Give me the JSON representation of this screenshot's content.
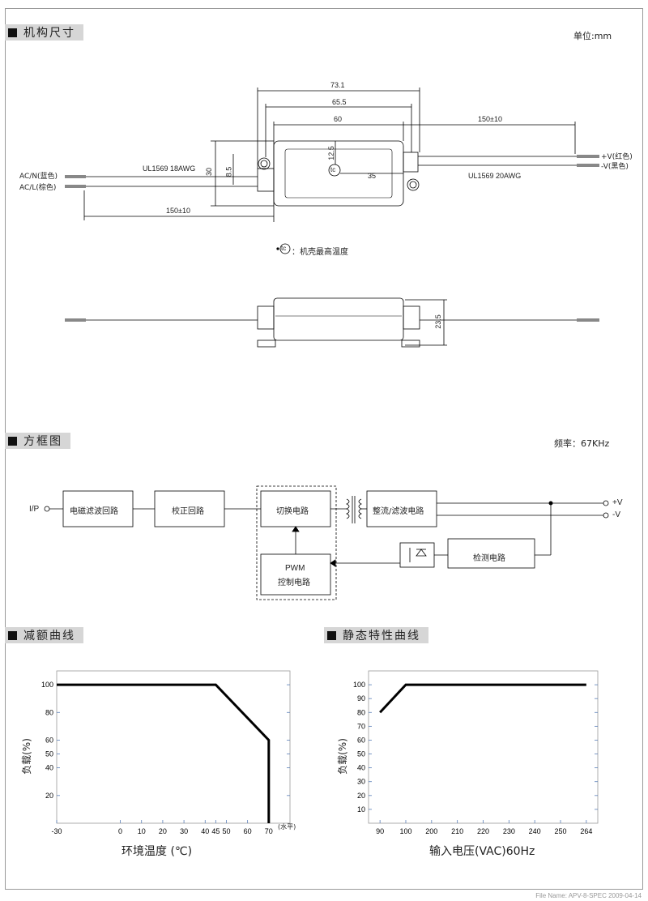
{
  "sections": {
    "mechanical": "机构尺寸",
    "block": "方框图",
    "derating": "减额曲线",
    "static": "静态特性曲线"
  },
  "unit_label": "单位:mm",
  "freq_label": "频率：67KHz",
  "mech": {
    "dim_73": "73.1",
    "dim_65": "65.5",
    "dim_60": "60",
    "dim_150_out": "150±10",
    "dim_150_in": "150±10",
    "dim_30": "30",
    "dim_8": "8.5",
    "dim_12": "12.5",
    "dim_35": "35",
    "dim_23": "23.5",
    "tc": "tc",
    "wire_in": "UL1569  18AWG",
    "wire_out": "UL1569  20AWG",
    "acn": "AC/N(蓝色)",
    "acl": "AC/L(棕色)",
    "vplus": "+V(红色)",
    "vminus": "-V(黑色)",
    "tc_note": "：机壳最高温度"
  },
  "block": {
    "ip": "I/P",
    "emi": "电磁滤波回路",
    "pfc": "校正回路",
    "switch": "切换电路",
    "rect": "整流/滤波电路",
    "pwm1": "PWM",
    "pwm2": "控制电路",
    "detect": "检测电路",
    "vp": "+V",
    "vm": "-V"
  },
  "chart_data": [
    {
      "type": "line",
      "title": "减额曲线",
      "xlabel": "环境温度 (℃)",
      "ylabel": "负载(%)",
      "x_unit_note": "(水平)",
      "x_ticks": [
        "-30",
        "0",
        "10",
        "20",
        "30",
        "40",
        "45",
        "50",
        "60",
        "70"
      ],
      "y_ticks": [
        "100",
        "80",
        "60",
        "50",
        "40",
        "20"
      ],
      "xlim": [
        -30,
        80
      ],
      "ylim": [
        0,
        110
      ],
      "series": [
        {
          "x": [
            -30,
            45,
            70,
            70
          ],
          "y": [
            100,
            100,
            60,
            0
          ]
        }
      ]
    },
    {
      "type": "line",
      "title": "静态特性曲线",
      "xlabel": "输入电压(VAC)60Hz",
      "ylabel": "负载(%)",
      "x_ticks": [
        "90",
        "100",
        "200",
        "210",
        "220",
        "230",
        "240",
        "250",
        "264"
      ],
      "y_ticks": [
        "100",
        "90",
        "80",
        "70",
        "60",
        "50",
        "40",
        "30",
        "20",
        "10"
      ],
      "ylim": [
        0,
        110
      ],
      "series": [
        {
          "x": [
            "90",
            "100",
            "264"
          ],
          "y": [
            80,
            100,
            100
          ]
        }
      ]
    }
  ],
  "footer": "File Name: APV-8-SPEC 2009-04-14"
}
